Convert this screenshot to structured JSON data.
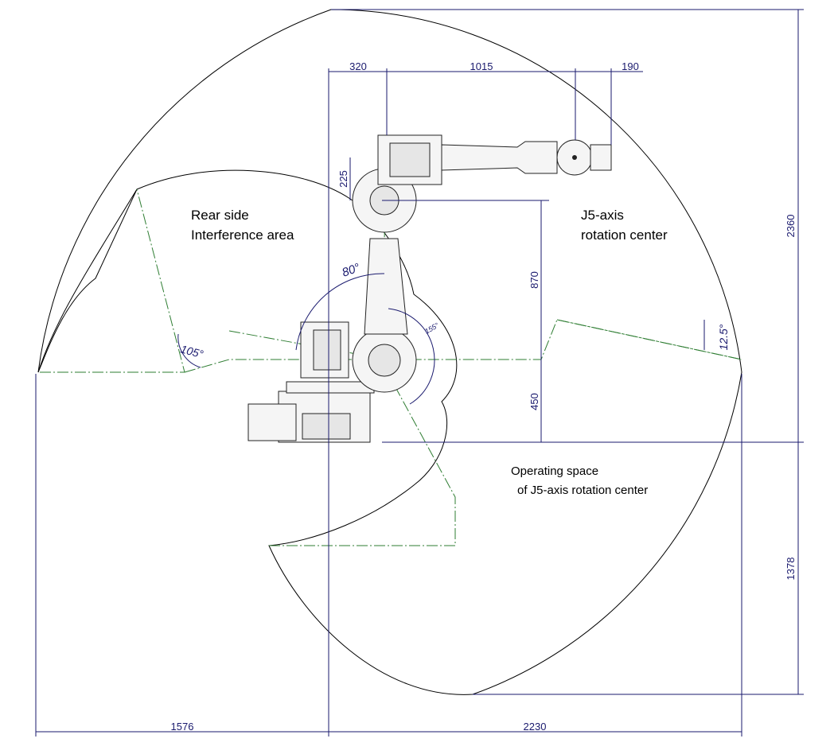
{
  "labels": {
    "rear_side_line1": "Rear side",
    "rear_side_line2": "Interference area",
    "j5_line1": "J5-axis",
    "j5_line2": "rotation center",
    "operating_line1": "Operating space",
    "operating_line2": "of J5-axis rotation center"
  },
  "dimensions": {
    "d320": "320",
    "d1015": "1015",
    "d190": "190",
    "d225": "225",
    "d870": "870",
    "d450": "450",
    "d2360": "2360",
    "d1378": "1378",
    "d1576": "1576",
    "d2230": "2230"
  },
  "angles": {
    "a80": "80°",
    "a155": "155°",
    "a105": "105°",
    "a12_5": "12.5°"
  },
  "colors": {
    "envelope": "#000000",
    "dimension": "#1a1a6e",
    "centerline": "#2e7d32",
    "robot": "#222222"
  }
}
